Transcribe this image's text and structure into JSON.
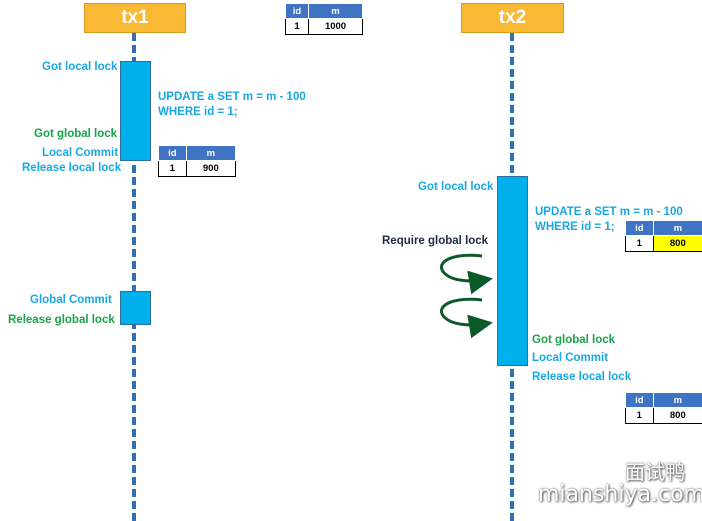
{
  "tx1": {
    "title": "tx1",
    "labels": {
      "got_local_lock": "Got local lock",
      "update_line1": "UPDATE a SET m = m - 100",
      "update_line2": "WHERE id = 1;",
      "got_global_lock": "Got global lock",
      "local_commit": "Local Commit",
      "release_local_lock": "Release local lock",
      "global_commit": "Global Commit",
      "release_global_lock": "Release global lock"
    }
  },
  "tx2": {
    "title": "tx2",
    "labels": {
      "got_local_lock": "Got local lock",
      "update_line1": "UPDATE a SET m = m - 100",
      "update_line2": "WHERE id = 1;",
      "require_global_lock": "Require global lock",
      "got_global_lock": "Got global lock",
      "local_commit": "Local Commit",
      "release_local_lock": "Release local lock"
    }
  },
  "tables": {
    "initial": {
      "headers": [
        "id",
        "m"
      ],
      "row": [
        "1",
        "1000"
      ]
    },
    "after_tx1": {
      "headers": [
        "id",
        "m"
      ],
      "row": [
        "1",
        "900"
      ]
    },
    "tx2_pending": {
      "headers": [
        "id",
        "m"
      ],
      "row": [
        "1",
        "800"
      ]
    },
    "after_tx2": {
      "headers": [
        "id",
        "m"
      ],
      "row": [
        "1",
        "800"
      ]
    }
  },
  "colors": {
    "header_fill": "#f9b934",
    "lifeline": "#2e6fb8",
    "activation": "#00b0ec",
    "label_blue": "#17a8e3",
    "label_green": "#19a34a",
    "label_dark": "#1f2a44",
    "table_header": "#3f73c4",
    "highlight": "#ffff00",
    "retry_arrow": "#0c5a2a"
  },
  "watermark": {
    "cn": "面试鸭",
    "en": "mianshiya.com"
  }
}
